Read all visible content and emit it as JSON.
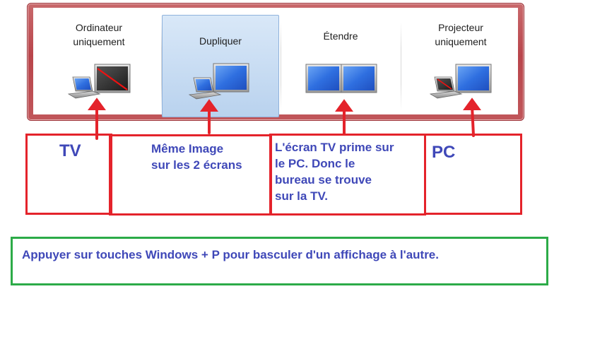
{
  "options": [
    {
      "label": "Ordinateur uniquement",
      "line1": "Ordinateur",
      "line2": "uniquement",
      "selected": false
    },
    {
      "label": "Dupliquer",
      "line1": "Dupliquer",
      "line2": "",
      "selected": true
    },
    {
      "label": "Étendre",
      "line1": "Étendre",
      "line2": "",
      "selected": false
    },
    {
      "label": "Projecteur uniquement",
      "line1": "Projecteur",
      "line2": "uniquement",
      "selected": false
    }
  ],
  "annotations": {
    "tv": "TV",
    "duplicate_line1": "Même Image",
    "duplicate_line2": "sur les 2 écrans",
    "extend_line1": "L'écran TV prime sur",
    "extend_line2": "le PC. Donc le",
    "extend_line3": "bureau se trouve",
    "extend_line4": "sur la TV.",
    "pc": "PC"
  },
  "hint": "Appuyer sur touches Windows + P pour basculer d'un affichage à l'autre.",
  "icons": [
    "laptop-icon",
    "monitor-icon",
    "monitor-disabled-icon",
    "arrow-up-icon"
  ],
  "colors": {
    "panel_frame": "#b9454b",
    "selected_bg": "#c9ddf3",
    "annotation_red": "#e4232b",
    "annotation_green": "#2cab48",
    "annotation_text": "#3f48b8",
    "screen_blue": "#2f6fe0"
  }
}
